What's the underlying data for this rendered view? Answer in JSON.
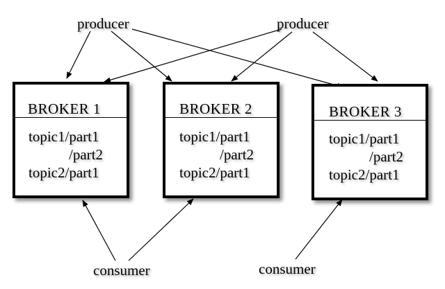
{
  "producers": [
    {
      "label": "producer"
    },
    {
      "label": "producer"
    }
  ],
  "consumers": [
    {
      "label": "consumer"
    },
    {
      "label": "consumer"
    }
  ],
  "brokers": [
    {
      "title": "BROKER 1",
      "topics": [
        "topic1/part1",
        "/part2",
        "topic2/part1"
      ]
    },
    {
      "title": "BROKER 2",
      "topics": [
        "topic1/part1",
        "/part2",
        "topic2/part1"
      ]
    },
    {
      "title": "BROKER 3",
      "topics": [
        "topic1/part1",
        "/part2",
        "topic2/part1"
      ]
    }
  ],
  "colors": {
    "line": "#000000",
    "background": "#ffffff"
  }
}
